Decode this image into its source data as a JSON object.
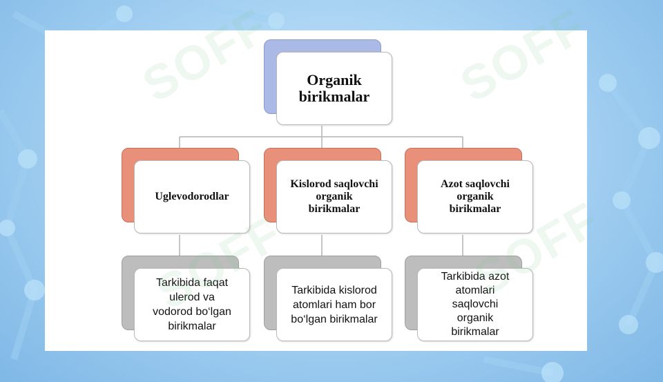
{
  "colors": {
    "background": "#a9d3f3",
    "root_shadow": "#aab9e6",
    "category_shadow": "#e8907a",
    "description_shadow": "#bdbdbd",
    "card_border": "#b9b9b9",
    "connector": "#b3b3b3"
  },
  "diagram": {
    "root": {
      "label_line1": "Organik",
      "label_line2": "birikmalar"
    },
    "categories": [
      {
        "lines": [
          "Uglevodorodlar"
        ]
      },
      {
        "lines": [
          "Kislorod saqlovchi",
          "organik",
          "birikmalar"
        ]
      },
      {
        "lines": [
          "Azot saqlovchi",
          "organik",
          "birikmalar"
        ]
      }
    ],
    "descriptions": [
      {
        "lines": [
          "Tarkibida faqat",
          "ulerod va",
          "vodorod bo‘lgan",
          "birikmalar"
        ]
      },
      {
        "lines": [
          "Tarkibida kislorod",
          "atomlari ham bor",
          "bo‘lgan birikmalar"
        ]
      },
      {
        "lines": [
          "Tarkibida azot",
          "atomlari",
          "saqlovchi",
          "organik",
          "birikmalar"
        ]
      }
    ]
  },
  "watermark": {
    "text": "SOFF"
  }
}
